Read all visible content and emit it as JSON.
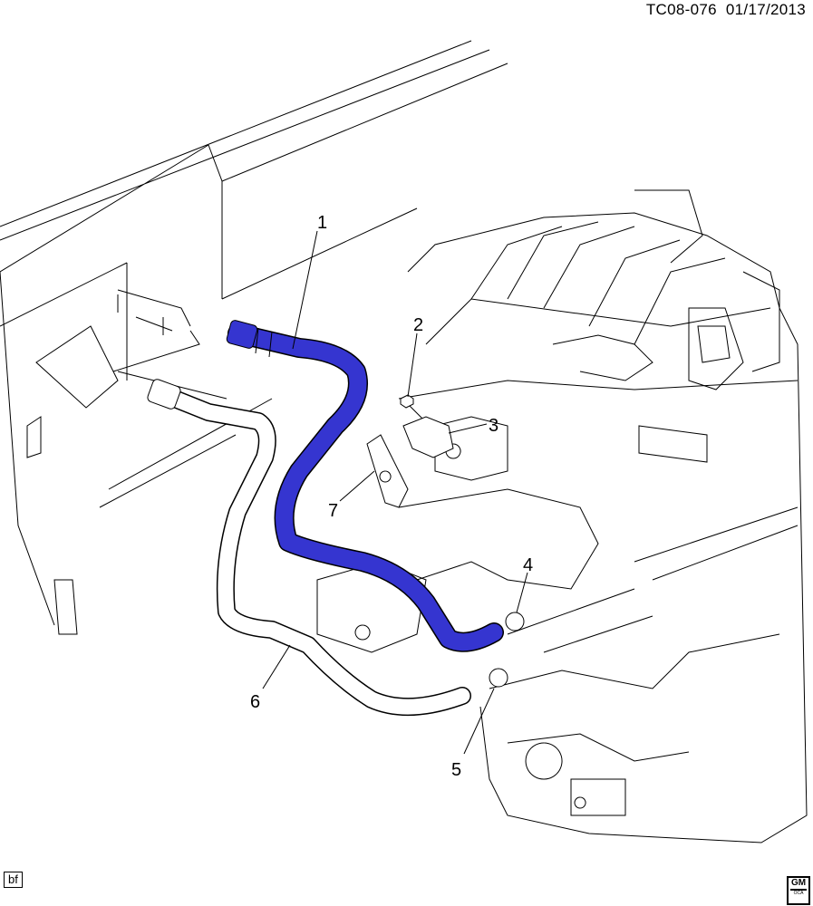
{
  "header": {
    "code": "TC08-076",
    "date": "01/17/2013"
  },
  "callouts": [
    "1",
    "2",
    "3",
    "4",
    "5",
    "6",
    "7"
  ],
  "footer": {
    "initials": "bf",
    "logo": "GM OCA"
  },
  "colors": {
    "highlighted_part": "#3535d0",
    "line": "#000000",
    "background": "#ffffff"
  }
}
